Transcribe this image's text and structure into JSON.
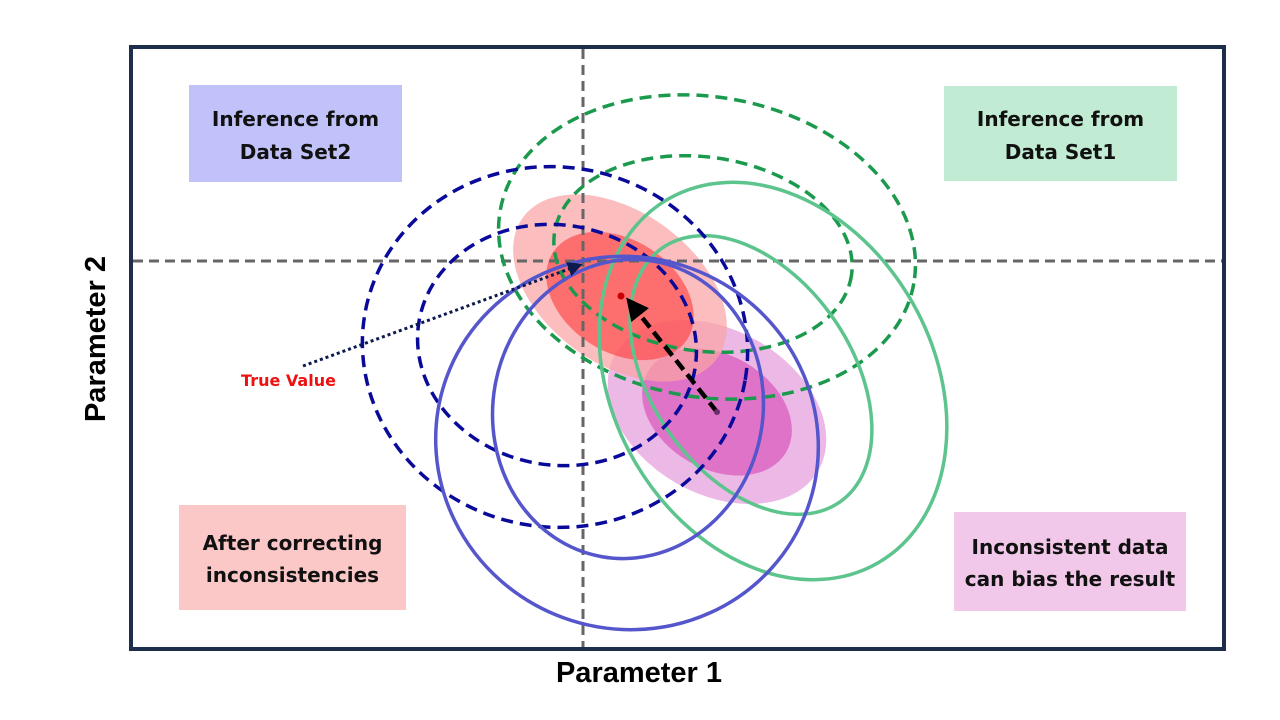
{
  "axes": {
    "x_label": "Parameter 1",
    "y_label": "Parameter 2"
  },
  "boxes": {
    "set2": {
      "line1": "Inference from",
      "line2": "Data Set2",
      "fill": "#c2c2fb"
    },
    "set1": {
      "line1": "Inference from",
      "line2": "Data Set1",
      "fill": "#c2ebd4"
    },
    "corrected": {
      "line1": "After correcting",
      "line2": "inconsistencies",
      "fill": "#fbc7c7"
    },
    "biased": {
      "line1": "Inconsistent data",
      "line2": "can bias the result",
      "fill": "#f2c8ea"
    }
  },
  "true_value": {
    "label": "True Value",
    "color": "#ee1111"
  },
  "colors": {
    "frame": "#1c2e4a",
    "crosshair": "#666666",
    "data_set2_dashed": "#0a0a9a",
    "data_set2_solid": "#5555cc",
    "data_set1_dashed": "#1b9a4e",
    "data_set1_solid": "#5cc48c",
    "corrected_outer": "#f9a3a3",
    "corrected_inner": "#ff3b3b",
    "biased_outer": "#e6a0de",
    "biased_inner": "#d645b4",
    "shift_arrow": "#000000",
    "pointer_arrow": "#0d1a4d"
  }
}
